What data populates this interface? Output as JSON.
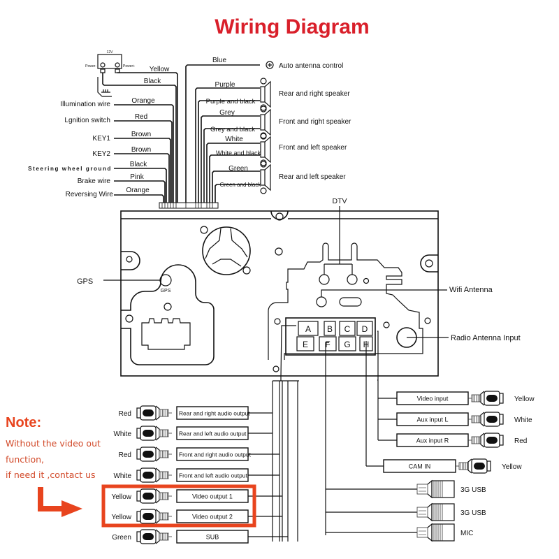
{
  "title": "Wiring Diagram",
  "battery": {
    "voltage": "12V",
    "neg_label": "Power-",
    "pos_label": "Power+"
  },
  "left_wires": [
    {
      "color": "Yellow",
      "function": ""
    },
    {
      "color": "Black",
      "function": ""
    },
    {
      "color": "Orange",
      "function": "Illumination wire"
    },
    {
      "color": "Red",
      "function": "Lgnition switch"
    },
    {
      "color": "Brown",
      "function": "KEY1"
    },
    {
      "color": "Brown",
      "function": "KEY2"
    },
    {
      "color": "Black",
      "function": "Steering wheel ground"
    },
    {
      "color": "Pink",
      "function": "Brake wire"
    },
    {
      "color": "Orange",
      "function": "Reversing Wire"
    }
  ],
  "antenna_control": {
    "color": "Blue",
    "label": "Auto antenna control"
  },
  "speakers": [
    {
      "label": "Rear and right speaker",
      "pos": "Purple",
      "neg": "Purple and black"
    },
    {
      "label": "Front and right speaker",
      "pos": "Grey",
      "neg": "Grey and black"
    },
    {
      "label": "Front and left speaker",
      "pos": "White",
      "neg": "White and black"
    },
    {
      "label": "Rear and left speaker",
      "pos": "Green",
      "neg": "Green and black"
    }
  ],
  "unit": {
    "dtv_label": "DTV",
    "gps_label": "GPS",
    "gps_port_label": "GPS",
    "wifi_label": "Wifi Antenna",
    "radio_label": "Radio Antenna Input",
    "ports_top": [
      "A",
      "B",
      "C",
      "D"
    ],
    "ports_bottom": [
      "E",
      "F",
      "G",
      "H"
    ]
  },
  "note": {
    "title": "Note:",
    "lines": [
      "Without the video out",
      "function,",
      "if need it ,contact us"
    ]
  },
  "outputs": [
    {
      "color": "Red",
      "label": "Rear and right audio output"
    },
    {
      "color": "White",
      "label": "Rear and left audio output"
    },
    {
      "color": "Red",
      "label": "Front and right audio output"
    },
    {
      "color": "White",
      "label": "Front and left audio output"
    },
    {
      "color": "Yellow",
      "label": "Video output 1"
    },
    {
      "color": "Yellow",
      "label": "Video output 2"
    },
    {
      "color": "Green",
      "label": "SUB"
    }
  ],
  "inputs": [
    {
      "color": "Yellow",
      "label": "Video input"
    },
    {
      "color": "White",
      "label": "Aux input L"
    },
    {
      "color": "Red",
      "label": "Aux input R"
    },
    {
      "color": "Yellow",
      "label": "CAM IN"
    }
  ],
  "usb": [
    {
      "label": "3G USB"
    },
    {
      "label": "3G USB"
    },
    {
      "label": "MIC"
    }
  ],
  "colors": {
    "title": "#d91f2a",
    "note": "#e8441e",
    "highlight": "#e8441e"
  }
}
